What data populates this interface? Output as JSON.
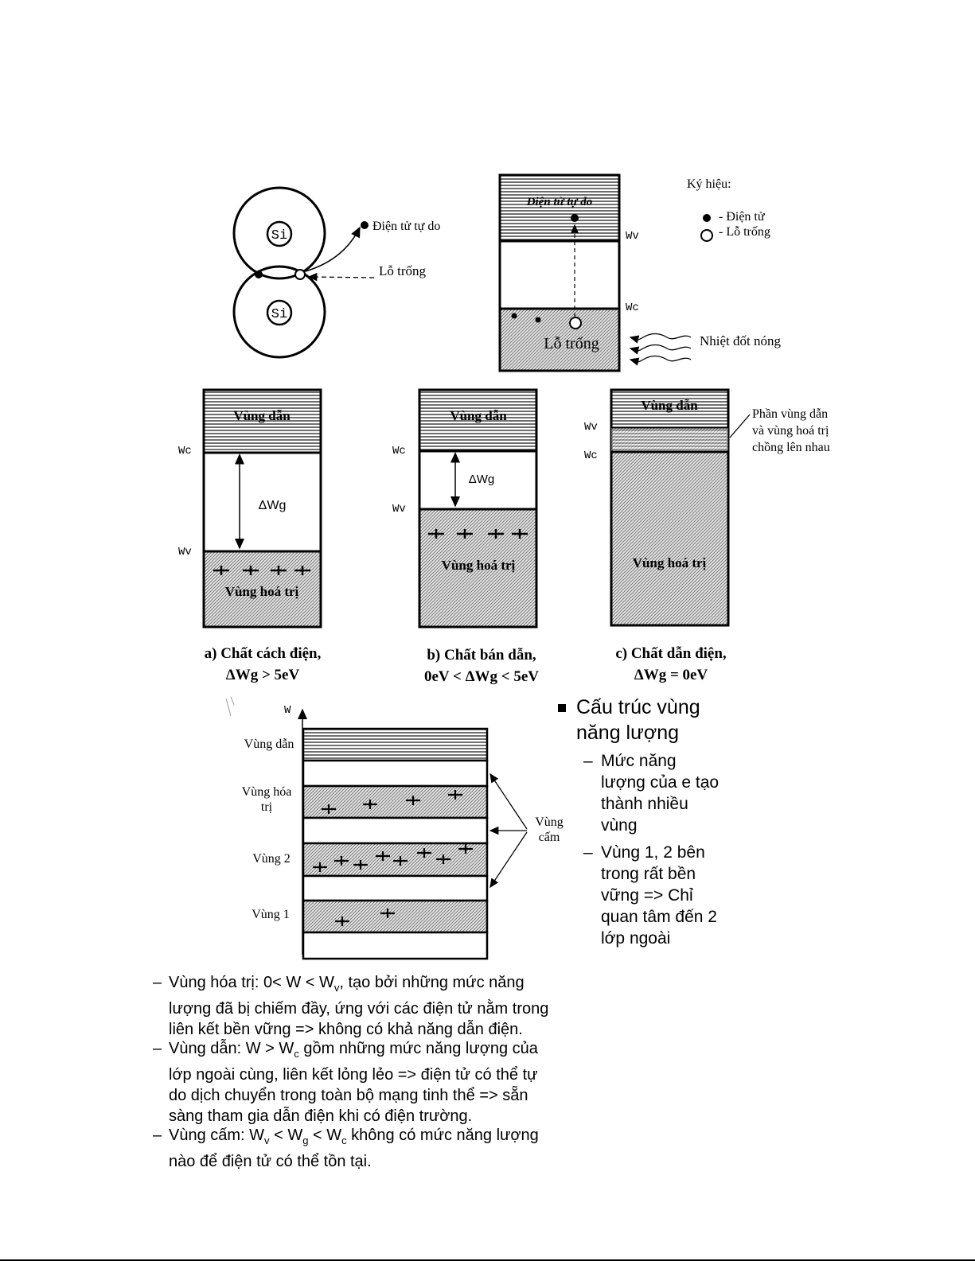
{
  "fig1": {
    "si_top": "Si",
    "si_bottom": "Si",
    "free_electron": "Điện tử tự  do",
    "hole": "Lỗ trống"
  },
  "fig2": {
    "conduction_label": "Điện tử tự do",
    "wv": "Wv",
    "wc": "Wc",
    "hole_label": "Lỗ trống",
    "heat": "Nhiệt đốt  nóng",
    "legend_title": "Ký hiệu:",
    "legend_electron": "- Điện tử",
    "legend_hole": "- Lỗ trống"
  },
  "band_a": {
    "conduction": "Vùng dẫn",
    "valence": "Vùng hoá trị",
    "wc": "Wc",
    "wv": "Wv",
    "gap": "ΔWg",
    "caption_line1": "a) Chất cách điện,",
    "caption_line2": "ΔWg > 5eV"
  },
  "band_b": {
    "conduction": "Vùng dẫn",
    "valence": "Vùng hoá trị",
    "wc": "Wc",
    "wv": "Wv",
    "gap": "ΔWg",
    "caption_line1": "b) Chất bán dẫn,",
    "caption_line2": "0eV < ΔWg < 5eV"
  },
  "band_c": {
    "conduction": "Vùng dẫn",
    "valence": "Vùng hoá trị",
    "wv": "Wv",
    "wc": "Wc",
    "overlap_line1": "Phần vùng dẫn",
    "overlap_line2": "và vùng hoá trị",
    "overlap_line3": "chồng lên nhau",
    "caption_line1": "c) Chất dẫn điện,",
    "caption_line2": "ΔWg = 0eV"
  },
  "fig_levels": {
    "axis": "W",
    "conduction": "Vùng dẫn",
    "valence_line1": "Vùng hóa",
    "valence_line2": "trị",
    "band2": "Vùng 2",
    "band1": "Vùng 1",
    "forbidden_line1": "Vùng",
    "forbidden_line2": "cấm"
  },
  "bullets": {
    "title_line1": "Cấu trúc vùng",
    "title_line2": "năng lượng",
    "item1": [
      "Mức năng",
      "lượng của e tạo",
      "thành nhiều",
      "vùng"
    ],
    "item2": [
      "Vùng 1, 2 bên",
      "trong rất bền",
      "vững => Chỉ",
      "quan tâm đến 2",
      "lớp ngoài"
    ]
  },
  "paragraphs": {
    "p1_a": "Vùng hóa trị: 0< W < W",
    "p1_sub": "v",
    "p1_b": ", tạo bởi những mức năng",
    "p1_line2": "lượng đã bị chiếm đầy, ứng với các điện tử nằm trong",
    "p1_line3": "liên kết bền vững => không có khả năng dẫn điện.",
    "p2_a": "Vùng dẫn: W > W",
    "p2_sub": "c",
    "p2_b": " gồm những mức năng lượng của",
    "p2_line2": "lớp ngoài cùng, liên kết lỏng lẻo => điện tử có thể tự",
    "p2_line3": "do dịch chuyển trong toàn bộ mạng tinh thể => sẵn",
    "p2_line4": "sàng tham gia dẫn điện khi có điện trường.",
    "p3_a": "Vùng cấm: W",
    "p3_sub1": "v",
    "p3_b": " < W",
    "p3_sub2": "g",
    "p3_c": " < W",
    "p3_sub3": "c",
    "p3_d": " không có mức năng lượng",
    "p3_line2": "nào để điện tử có thể tồn tại."
  }
}
